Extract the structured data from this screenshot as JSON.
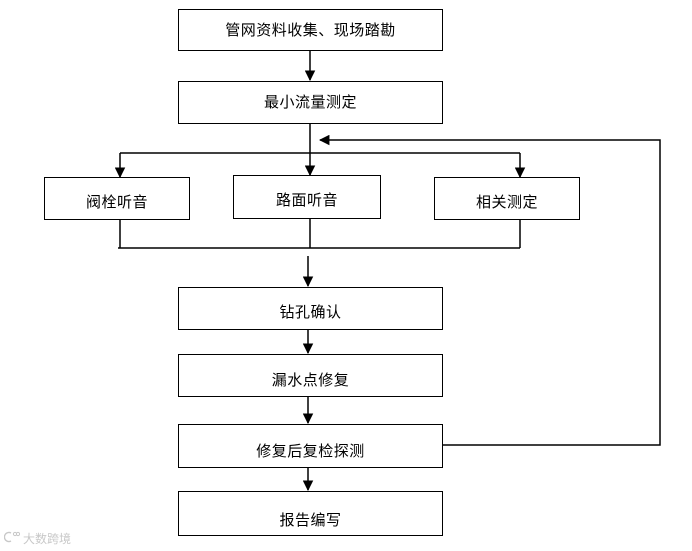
{
  "flowchart": {
    "steps": {
      "collect": "管网资料收集、现场踏勘",
      "min_flow": "最小流量测定",
      "valve_listen": "阀栓听音",
      "road_listen": "路面听音",
      "correlation": "相关测定",
      "drill_confirm": "钻孔确认",
      "leak_repair": "漏水点修复",
      "recheck": "修复后复检探测",
      "report": "报告编写"
    }
  },
  "watermark": {
    "icon": "circle-c-logo-icon",
    "text": "大数跨境"
  },
  "colors": {
    "line": "#000000",
    "box_border": "#000000",
    "watermark": "#c8c8c8"
  }
}
